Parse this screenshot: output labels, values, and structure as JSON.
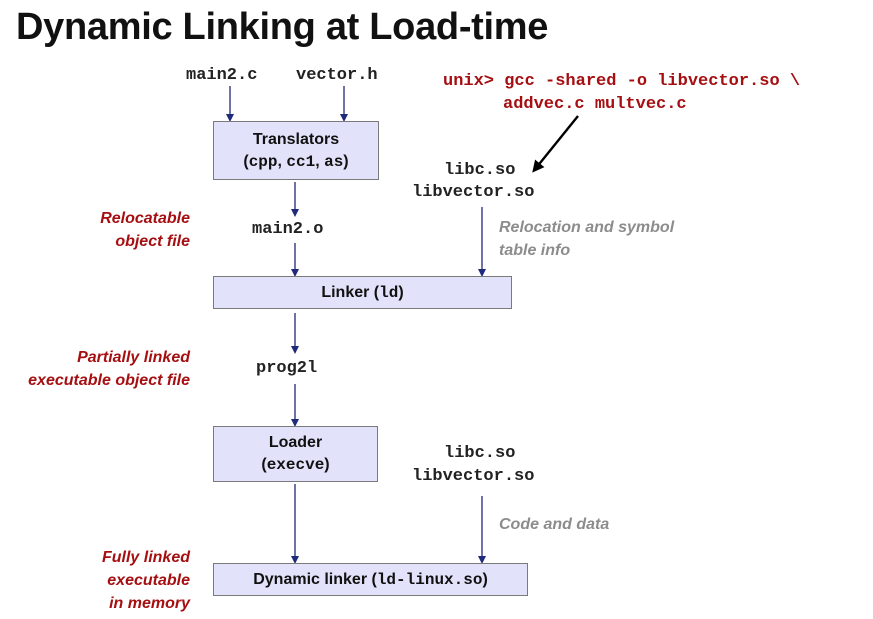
{
  "title": "Dynamic Linking at Load-time",
  "inputs": {
    "main2": "main2.c",
    "vector": "vector.h"
  },
  "command": {
    "line1": "unix> gcc -shared -o libvector.so \\",
    "line2": "addvec.c multvec.c"
  },
  "translators": {
    "line1": "Translators",
    "line2_pre": "(",
    "cpp": "cpp",
    "sep1": ", ",
    "cc1": "cc1",
    "sep2": ", ",
    "as": "as",
    "line2_post": ")"
  },
  "shared_libs_top": {
    "libc": "libc.so",
    "libvector": "libvector.so"
  },
  "relocatable_label": {
    "line1": "Relocatable",
    "line2": "object file"
  },
  "main2_o": "main2.o",
  "reloc_note": {
    "line1": "Relocation and symbol",
    "line2": "table info"
  },
  "linker": {
    "label": "Linker (",
    "cmd": "ld",
    "post": ")"
  },
  "partial_label": {
    "line1": "Partially linked",
    "line2": "executable object file"
  },
  "prog": "prog2l",
  "loader": {
    "line1": "Loader",
    "line2_pre": "(",
    "cmd": "execve",
    "line2_post": ")"
  },
  "shared_libs_bottom": {
    "libc": "libc.so",
    "libvector": "libvector.so"
  },
  "code_note": "Code and data",
  "full_label": {
    "line1": "Fully linked",
    "line2": "executable",
    "line3": "in memory"
  },
  "dynlinker": {
    "label": "Dynamic linker (",
    "cmd": "ld-linux.so",
    "post": ")"
  },
  "colors": {
    "accent": "#a50f12",
    "box_fill": "#e2e3fa",
    "arrow": "#1f2a7a",
    "note": "#8c8c8c"
  }
}
